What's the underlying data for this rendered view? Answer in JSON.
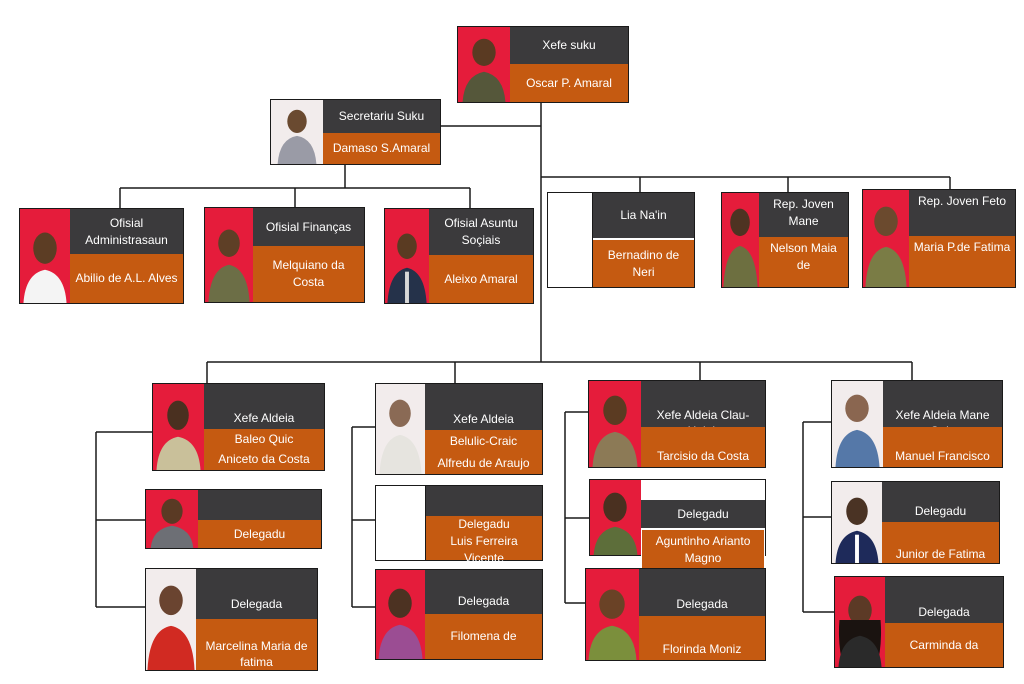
{
  "chart": {
    "head": {
      "title": "Xefe suku",
      "name": "Oscar P. Amaral"
    },
    "secretary": {
      "title": "Secretariu Suku",
      "name": "Damaso S.Amaral"
    },
    "officers": [
      {
        "title": "Ofisial Administrasaun",
        "name": "Abilio de A.L. Alves"
      },
      {
        "title": "Ofisial Finanças",
        "name": "Melquiano da Costa"
      },
      {
        "title": "Ofisial Asuntu Soçiais",
        "name": "Aleixo Amaral"
      }
    ],
    "council": [
      {
        "title": "Lia Na'in",
        "name": "Bernadino de Neri"
      },
      {
        "title": "Rep. Joven Mane",
        "name": "Nelson Maia de"
      },
      {
        "title": "Rep. Joven Feto",
        "name": "Maria P.de Fatima"
      }
    ],
    "aldeias": [
      {
        "chief": {
          "title": "Xefe Aldeia",
          "subtitle": "Baleo Quic",
          "name": "Aniceto da Costa"
        },
        "delegadu": {
          "title": "",
          "name": "Delegadu"
        },
        "delegada": {
          "title": "Delegada",
          "name": "Marcelina Maria de fatima"
        }
      },
      {
        "chief": {
          "title": "Xefe Aldeia",
          "subtitle": "Belulic-Craic",
          "name": "Alfredu de Araujo"
        },
        "delegadu": {
          "title": "Delegadu",
          "name": "Luis Ferreira Vicente"
        },
        "delegada": {
          "title": "Delegada",
          "name": "Filomena de"
        }
      },
      {
        "chief": {
          "title": "Xefe Aldeia Clau-Halek",
          "subtitle": "",
          "name": "Tarcisio da Costa"
        },
        "delegadu": {
          "title": "Delegadu",
          "name": "Aguntinho Arianto Magno"
        },
        "delegada": {
          "title": "Delegada",
          "name": "Florinda Moniz"
        }
      },
      {
        "chief": {
          "title": "Xefe Aldeia Mane Quic",
          "subtitle": "",
          "name": "Manuel Francisco"
        },
        "delegadu": {
          "title": "Delegadu",
          "name": "Junior de Fatima"
        },
        "delegada": {
          "title": "Delegada",
          "name": "Carminda da"
        }
      }
    ]
  }
}
